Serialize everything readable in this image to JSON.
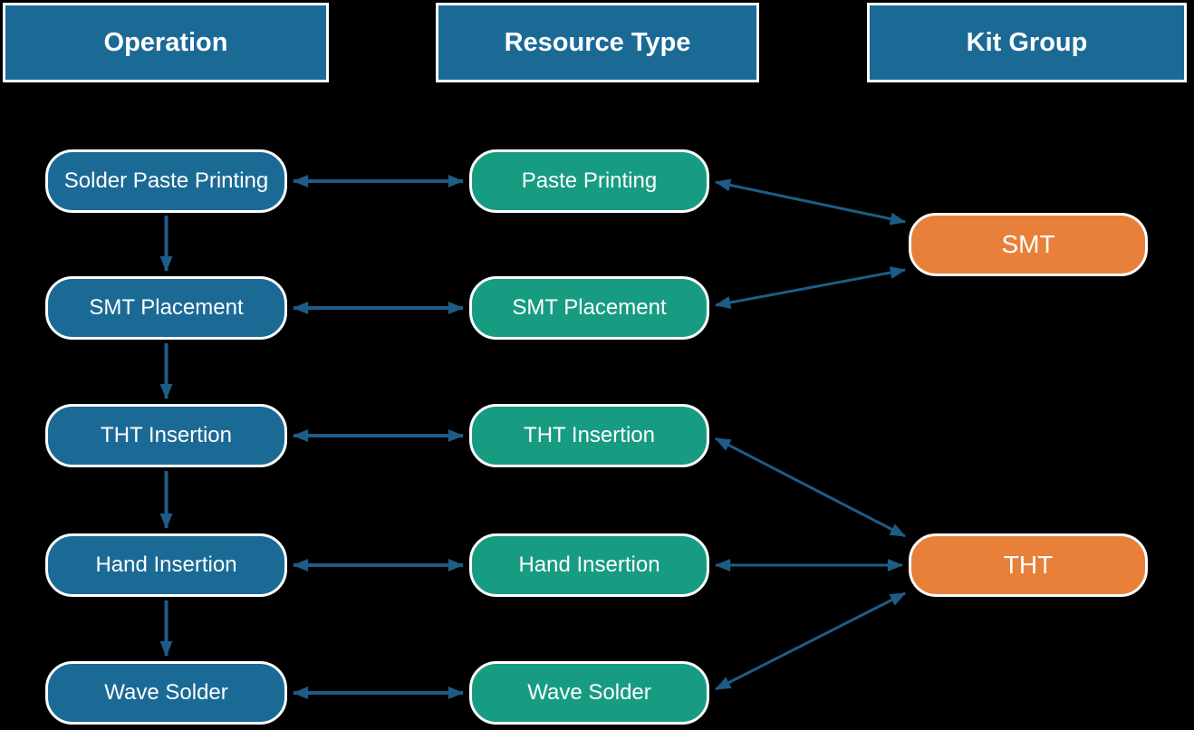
{
  "diagram": {
    "columns": [
      {
        "header": "Operation"
      },
      {
        "header": "Resource Type"
      },
      {
        "header": "Kit Group"
      }
    ],
    "operations": [
      "Solder Paste Printing",
      "SMT Placement",
      "THT Insertion",
      "Hand Insertion",
      "Wave Solder"
    ],
    "resource_types": [
      "Paste Printing",
      "SMT Placement",
      "THT Insertion",
      "Hand Insertion",
      "Wave Solder"
    ],
    "kit_groups": [
      "SMT",
      "THT"
    ],
    "relationships": {
      "operation_sequence": [
        "Solder Paste Printing",
        "SMT Placement",
        "THT Insertion",
        "Hand Insertion",
        "Wave Solder"
      ],
      "operation_to_resource": [
        {
          "operation": "Solder Paste Printing",
          "resource": "Paste Printing",
          "bidirectional": true
        },
        {
          "operation": "SMT Placement",
          "resource": "SMT Placement",
          "bidirectional": true
        },
        {
          "operation": "THT Insertion",
          "resource": "THT Insertion",
          "bidirectional": true
        },
        {
          "operation": "Hand Insertion",
          "resource": "Hand Insertion",
          "bidirectional": true
        },
        {
          "operation": "Wave Solder",
          "resource": "Wave Solder",
          "bidirectional": true
        }
      ],
      "resource_to_kit": [
        {
          "resource": "Paste Printing",
          "kit": "SMT",
          "bidirectional": true
        },
        {
          "resource": "SMT Placement",
          "kit": "SMT",
          "bidirectional": true
        },
        {
          "resource": "THT Insertion",
          "kit": "THT",
          "bidirectional": true
        },
        {
          "resource": "Hand Insertion",
          "kit": "THT",
          "bidirectional": true
        },
        {
          "resource": "Wave Solder",
          "kit": "THT",
          "bidirectional": true
        }
      ]
    },
    "colors": {
      "header_box": "#1B6A96",
      "operation_box": "#1B6A96",
      "resource_box": "#179C82",
      "kit_box": "#E8803A",
      "arrow": "#1E5C87",
      "box_border": "#FFFFFF",
      "text": "#FFFFFF",
      "background": "#000000"
    }
  }
}
